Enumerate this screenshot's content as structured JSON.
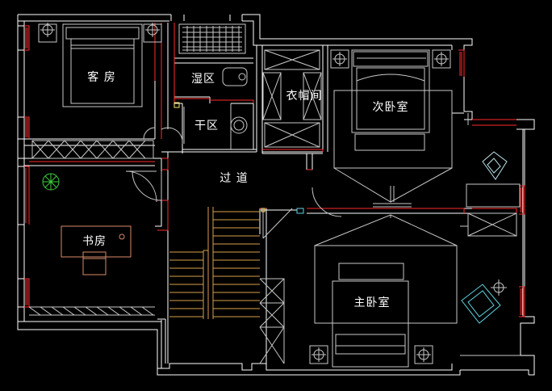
{
  "rooms": {
    "guest_room": "客 房",
    "wet_zone": "湿区",
    "dry_zone": "干区",
    "cloakroom": "衣帽间",
    "second_bedroom": "次卧室",
    "corridor": "过 道",
    "study": "书房",
    "master_bedroom": "主卧室"
  },
  "colors": {
    "background": "#000000",
    "wall": "#ffffff",
    "window": "#ff2a2a",
    "furniture": "#c8c8c8",
    "furniture_cyan": "#5fd3e0",
    "stair": "#d8a04a",
    "plant": "#3bd13b",
    "desk": "#d88a6a"
  }
}
